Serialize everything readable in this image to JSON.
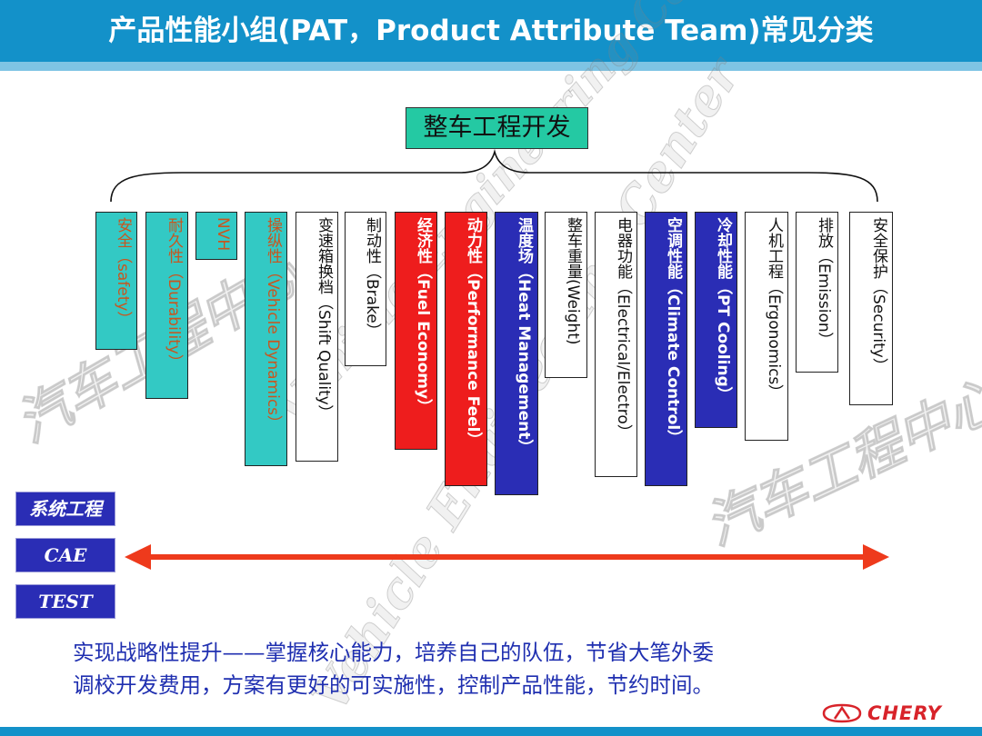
{
  "header": {
    "title": "产品性能小组(PAT，Product Attribute Team)常见分类"
  },
  "root": {
    "label": "整车工程开发"
  },
  "categories": [
    {
      "label": "安全（safety）",
      "style": "teal"
    },
    {
      "label": "耐久性（Durability）",
      "style": "teal"
    },
    {
      "label": "NVH",
      "style": "teal"
    },
    {
      "label": "操纵性（Vehicle Dynamics）",
      "style": "teal"
    },
    {
      "label": "变速箱换档（Shift Quality）",
      "style": "white"
    },
    {
      "label": "制动性（Brake）",
      "style": "white"
    },
    {
      "label": "经济性（Fuel Economy）",
      "style": "red"
    },
    {
      "label": "动力性（Performance Feel）",
      "style": "red"
    },
    {
      "label": "温度场（Heat Management）",
      "style": "blue"
    },
    {
      "label": "整车重量(Weight)",
      "style": "white"
    },
    {
      "label": "电器功能（Electrical/Electro）",
      "style": "white"
    },
    {
      "label": "空调性能（Climate Control）",
      "style": "blue"
    },
    {
      "label": "冷却性能（PT Cooling）",
      "style": "blue"
    },
    {
      "label": "人机工程（Ergonomics）",
      "style": "white"
    },
    {
      "label": "排放（Emission）",
      "style": "white"
    },
    {
      "label": "安全保护（Security）",
      "style": "white"
    }
  ],
  "side_buttons": [
    {
      "label": "系统工程"
    },
    {
      "label": "CAE"
    },
    {
      "label": "TEST"
    }
  ],
  "bottom_text": {
    "line1": "实现战略性提升——掌握核心能力，培养自己的队伍，节省大笔外委",
    "line2": "调校开发费用，方案有更好的可实施性，控制产品性能，节约时间。"
  },
  "watermarks": {
    "cn": "汽车工程中心",
    "en": "Vehicle Engineering Center"
  },
  "logo": {
    "text": "CHERY"
  },
  "colors": {
    "header": "#1391c9",
    "root": "#24c9a3",
    "teal": "#33c9c4",
    "red": "#ee1d1d",
    "blue": "#2a2db5",
    "arrow": "#ee3a1c",
    "text_blue": "#1f2fb0",
    "logo_red": "#d8232a"
  }
}
